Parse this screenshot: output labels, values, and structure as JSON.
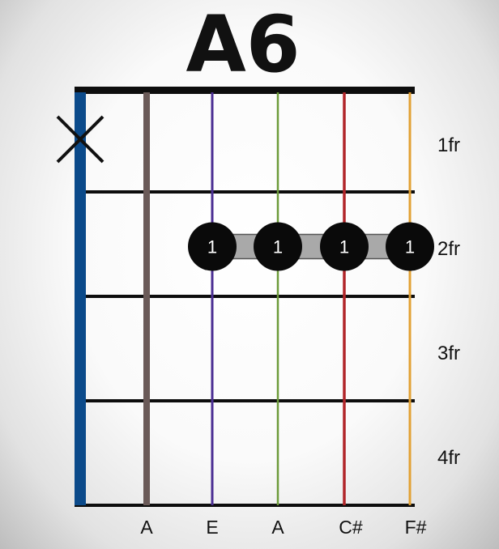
{
  "chord": {
    "name": "A6",
    "fret_labels": [
      "1fr",
      "2fr",
      "3fr",
      "4fr"
    ],
    "tuning_notes": [
      "",
      "A",
      "E",
      "A",
      "C#",
      "F#"
    ],
    "muted_strings": [
      1
    ],
    "barre": {
      "fret": 2,
      "from_string": 3,
      "to_string": 6
    },
    "fingers": [
      {
        "string": 3,
        "fret": 2,
        "finger": "1"
      },
      {
        "string": 4,
        "fret": 2,
        "finger": "1"
      },
      {
        "string": 5,
        "fret": 2,
        "finger": "1"
      },
      {
        "string": 6,
        "fret": 2,
        "finger": "1"
      }
    ],
    "string_colors": [
      "#0b4a8a",
      "#6a5a58",
      "#4b2e93",
      "#6d9b3a",
      "#b1262a",
      "#e2a134"
    ]
  }
}
